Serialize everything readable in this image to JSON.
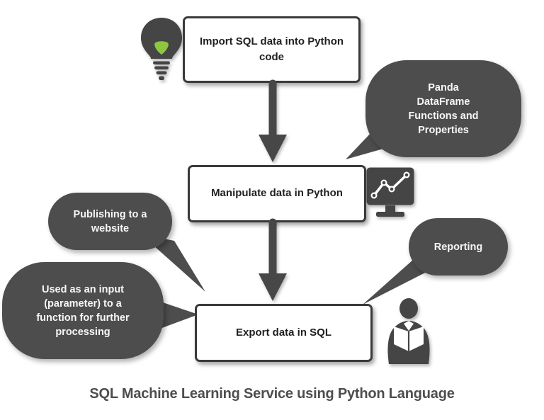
{
  "title": "SQL Machine Learning Service using Python Language",
  "flow": {
    "steps": [
      {
        "id": "import",
        "label": "Import SQL data into Python code",
        "icon": "lightbulb-icon"
      },
      {
        "id": "manipulate",
        "label": "Manipulate data in Python",
        "icon": "monitor-line-chart-icon"
      },
      {
        "id": "export",
        "label": "Export data in SQL",
        "icon": "person-reading-report-icon"
      }
    ],
    "connectors": [
      {
        "from": "import",
        "to": "manipulate",
        "type": "arrow-down"
      },
      {
        "from": "manipulate",
        "to": "export",
        "type": "arrow-down"
      }
    ]
  },
  "callouts": [
    {
      "id": "panda",
      "text": "Panda DataFrame Functions and Properties",
      "points_to": "manipulate"
    },
    {
      "id": "publishing",
      "text": "Publishing to a website",
      "points_to": "export"
    },
    {
      "id": "input_parameter",
      "text": "Used as an input (parameter) to a function for further processing",
      "points_to": "export"
    },
    {
      "id": "reporting",
      "text": "Reporting",
      "points_to": "export"
    }
  ],
  "icons": {
    "lightbulb-icon": "idea bulb with green filament",
    "monitor-line-chart-icon": "monitor displaying a line chart with nodes",
    "person-reading-report-icon": "person holding an open report",
    "arrow-down-icon": "thick downward flow arrow"
  },
  "colors": {
    "background": "#ffffff",
    "bubble-gray": "#4d4d4d",
    "bubble-text": "#f7f7f7",
    "box-border": "#3a3a3a",
    "box-text": "#1f1f1f",
    "arrow-gray": "#474747",
    "icon-gray": "#454545",
    "bulb-green": "#8dc63f",
    "title-gray": "#4d4d4d"
  }
}
